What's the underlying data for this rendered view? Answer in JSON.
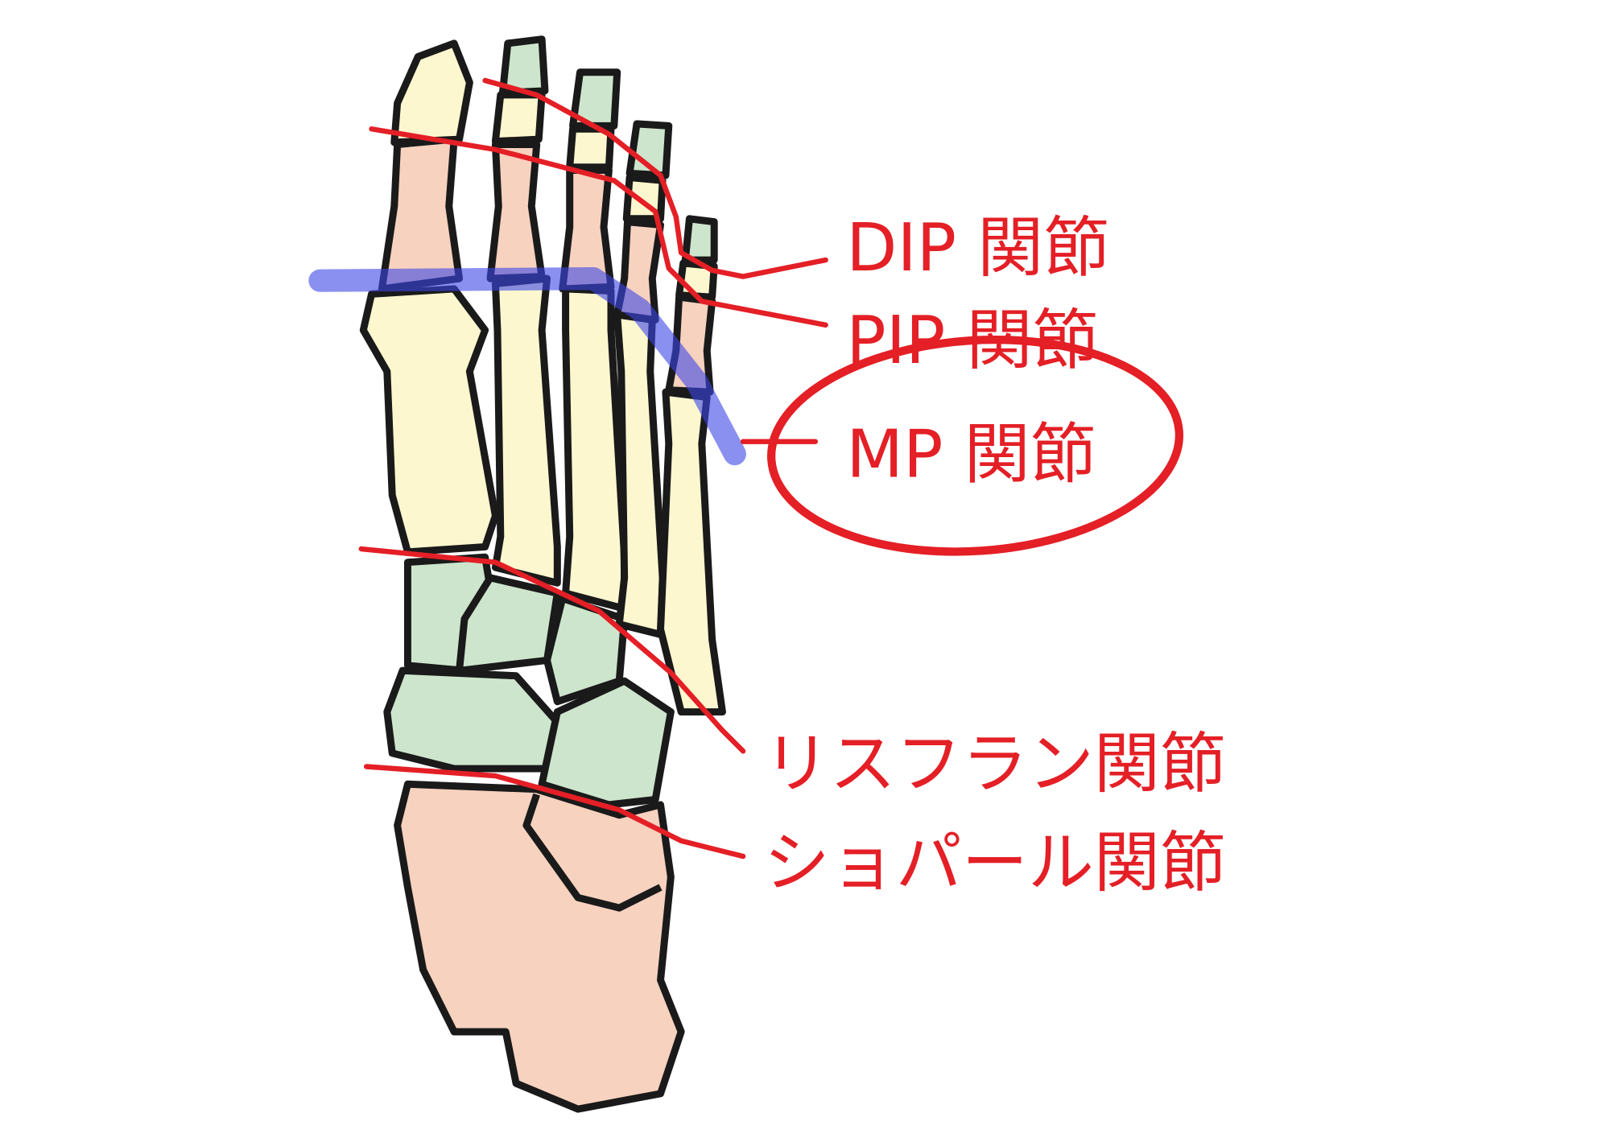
{
  "labels": {
    "dip": "DIP 関節",
    "pip": "PIP 関節",
    "mp": "MP 関節",
    "lisfranc": "リスフラン関節",
    "chopart": "ショパール関節"
  },
  "colors": {
    "label_red": "#e41f26",
    "highlight_blue": "#3c46e6",
    "phalanx_yellow": "#fdf7cf",
    "distal_green": "#cde5cc",
    "proximal_pink": "#f7d2bf"
  },
  "highlighted_joint": "MP 関節"
}
